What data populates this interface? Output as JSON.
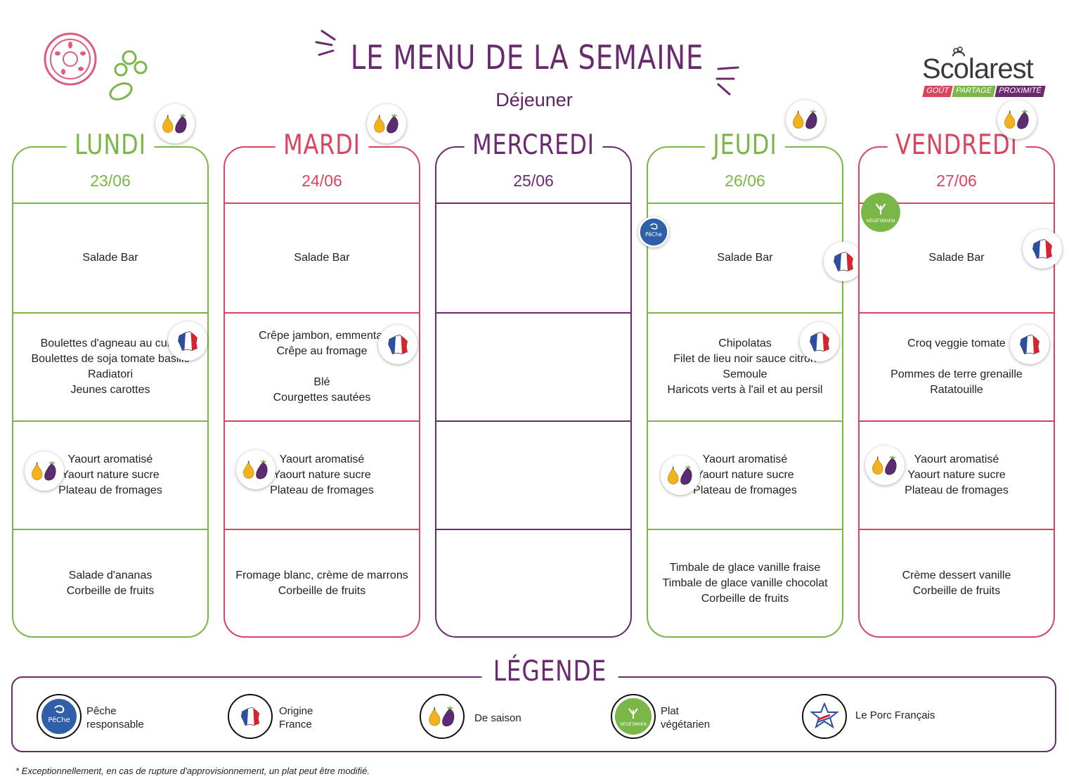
{
  "header": {
    "title": "LE MENU DE LA SEMAINE",
    "subtitle": "Déjeuner",
    "brand_name": "Scolarest",
    "brand_tags": [
      "GOÛT",
      "PARTAGE",
      "PROXIMITÉ"
    ]
  },
  "colors": {
    "green": "#7ab648",
    "red": "#d9455f",
    "purple": "#6b2a6f"
  },
  "days": [
    {
      "name": "LUNDI",
      "date": "23/06",
      "cells": [
        {
          "items": [
            "Salade Bar"
          ]
        },
        {
          "items": [
            "Boulettes d'agneau au curry",
            "Boulettes de soja tomate basilic",
            "Radiatori",
            "Jeunes carottes"
          ]
        },
        {
          "items": [
            "Yaourt aromatisé",
            "Yaourt nature sucre",
            "Plateau de fromages"
          ]
        },
        {
          "items": [
            "Salade d'ananas",
            "Corbeille de fruits"
          ]
        }
      ]
    },
    {
      "name": "MARDI",
      "date": "24/06",
      "cells": [
        {
          "items": [
            "Salade Bar"
          ]
        },
        {
          "items": [
            "Crêpe jambon, emmental",
            "Crêpe au fromage",
            "",
            "Blé",
            "Courgettes sautées"
          ]
        },
        {
          "items": [
            "Yaourt aromatisé",
            "Yaourt nature sucre",
            "Plateau de fromages"
          ]
        },
        {
          "items": [
            "Fromage blanc, crème de marrons",
            "Corbeille de fruits"
          ]
        }
      ]
    },
    {
      "name": "MERCREDI",
      "date": "25/06",
      "cells": [
        {
          "items": []
        },
        {
          "items": []
        },
        {
          "items": []
        },
        {
          "items": []
        }
      ]
    },
    {
      "name": "JEUDI",
      "date": "26/06",
      "cells": [
        {
          "items": [
            "Salade Bar"
          ]
        },
        {
          "items": [
            "Chipolatas",
            "Filet de lieu noir sauce citron",
            "Semoule",
            "Haricots verts à l'ail et au persil"
          ]
        },
        {
          "items": [
            "Yaourt aromatisé",
            "Yaourt nature sucre",
            "Plateau de fromages"
          ]
        },
        {
          "items": [
            "Timbale de glace vanille fraise",
            "Timbale de glace vanille chocolat",
            "Corbeille de fruits"
          ]
        }
      ]
    },
    {
      "name": "VENDREDI",
      "date": "27/06",
      "cells": [
        {
          "items": [
            "Salade Bar"
          ]
        },
        {
          "items": [
            "Croq veggie tomate",
            "",
            "Pommes de terre grenaille",
            "Ratatouille"
          ]
        },
        {
          "items": [
            "Yaourt aromatisé",
            "Yaourt nature sucre",
            "Plateau de fromages"
          ]
        },
        {
          "items": [
            "Crème dessert vanille",
            "Corbeille de fruits"
          ]
        }
      ]
    }
  ],
  "badges": {
    "peche_text": "PêChe",
    "vegetarien_text": "VÉGÉTARIEN"
  },
  "legend": {
    "title": "LÉGENDE",
    "items": [
      {
        "icon": "peche-responsable-icon",
        "label_line1": "Pêche",
        "label_line2": "responsable"
      },
      {
        "icon": "france-icon",
        "label_line1": "Origine",
        "label_line2": "France"
      },
      {
        "icon": "season-icon",
        "label_line1": "De saison",
        "label_line2": ""
      },
      {
        "icon": "vegetarian-icon",
        "label_line1": "Plat",
        "label_line2": "végétarien"
      },
      {
        "icon": "porc-francais-icon",
        "label_line1": "Le Porc Français",
        "label_line2": ""
      }
    ]
  },
  "footnote": "* Exceptionnellement, en cas de rupture d'approvisionnement, un plat peut être modifié."
}
